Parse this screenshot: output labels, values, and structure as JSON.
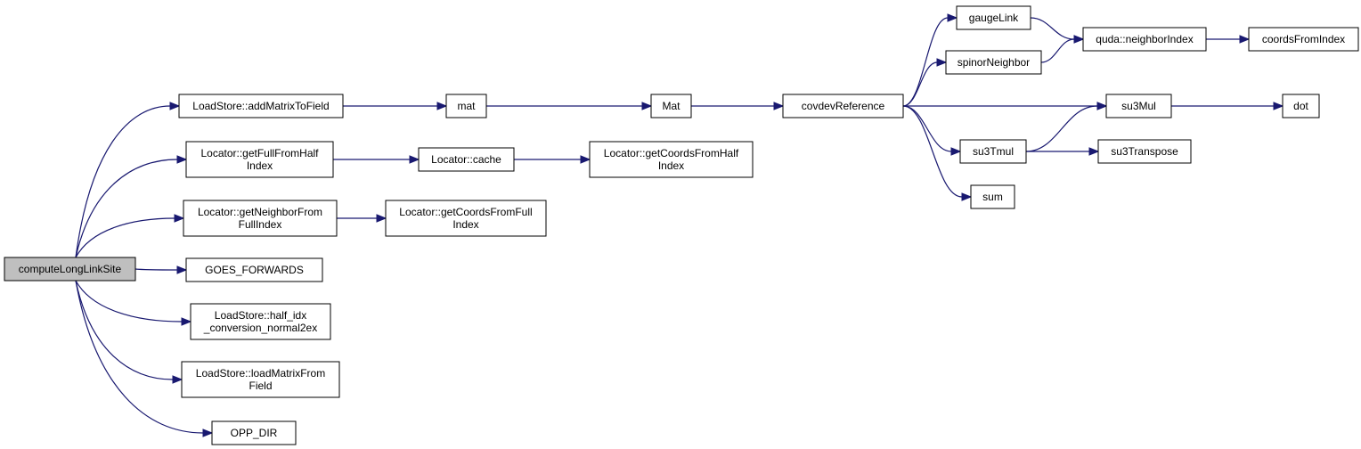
{
  "colors": {
    "edge": "#191970",
    "node_border": "#000000",
    "root_fill": "#bfbfbf",
    "node_fill": "#ffffff"
  },
  "nodes": [
    {
      "id": "computeLongLinkSite",
      "lines": [
        "computeLongLinkSite"
      ],
      "root": true
    },
    {
      "id": "addMatrixToField",
      "lines": [
        "LoadStore::addMatrixToField"
      ]
    },
    {
      "id": "getFullFromHalfIndex",
      "lines": [
        "Locator::getFullFromHalf",
        "Index"
      ]
    },
    {
      "id": "getNeighborFromFullIndex",
      "lines": [
        "Locator::getNeighborFrom",
        "FullIndex"
      ]
    },
    {
      "id": "GOES_FORWARDS",
      "lines": [
        "GOES_FORWARDS"
      ]
    },
    {
      "id": "half_idx_conversion_normal2ex",
      "lines": [
        "LoadStore::half_idx",
        "_conversion_normal2ex"
      ]
    },
    {
      "id": "loadMatrixFromField",
      "lines": [
        "LoadStore::loadMatrixFrom",
        "Field"
      ]
    },
    {
      "id": "OPP_DIR",
      "lines": [
        "OPP_DIR"
      ]
    },
    {
      "id": "mat",
      "lines": [
        "mat"
      ]
    },
    {
      "id": "Mat",
      "lines": [
        "Mat"
      ]
    },
    {
      "id": "covdevReference",
      "lines": [
        "covdevReference"
      ]
    },
    {
      "id": "cache",
      "lines": [
        "Locator::cache"
      ]
    },
    {
      "id": "getCoordsFromHalfIndex",
      "lines": [
        "Locator::getCoordsFromHalf",
        "Index"
      ]
    },
    {
      "id": "getCoordsFromFullIndex",
      "lines": [
        "Locator::getCoordsFromFull",
        "Index"
      ]
    },
    {
      "id": "gaugeLink",
      "lines": [
        "gaugeLink"
      ]
    },
    {
      "id": "spinorNeighbor",
      "lines": [
        "spinorNeighbor"
      ]
    },
    {
      "id": "neighborIndex",
      "lines": [
        "quda::neighborIndex"
      ]
    },
    {
      "id": "coordsFromIndex",
      "lines": [
        "coordsFromIndex"
      ]
    },
    {
      "id": "su3Mul",
      "lines": [
        "su3Mul"
      ]
    },
    {
      "id": "dot",
      "lines": [
        "dot"
      ]
    },
    {
      "id": "su3Tmul",
      "lines": [
        "su3Tmul"
      ]
    },
    {
      "id": "su3Transpose",
      "lines": [
        "su3Transpose"
      ]
    },
    {
      "id": "sum",
      "lines": [
        "sum"
      ]
    }
  ],
  "edges": [
    [
      "computeLongLinkSite",
      "addMatrixToField"
    ],
    [
      "computeLongLinkSite",
      "getFullFromHalfIndex"
    ],
    [
      "computeLongLinkSite",
      "getNeighborFromFullIndex"
    ],
    [
      "computeLongLinkSite",
      "GOES_FORWARDS"
    ],
    [
      "computeLongLinkSite",
      "half_idx_conversion_normal2ex"
    ],
    [
      "computeLongLinkSite",
      "loadMatrixFromField"
    ],
    [
      "computeLongLinkSite",
      "OPP_DIR"
    ],
    [
      "addMatrixToField",
      "mat"
    ],
    [
      "mat",
      "Mat"
    ],
    [
      "Mat",
      "covdevReference"
    ],
    [
      "getFullFromHalfIndex",
      "cache"
    ],
    [
      "cache",
      "getCoordsFromHalfIndex"
    ],
    [
      "getNeighborFromFullIndex",
      "getCoordsFromFullIndex"
    ],
    [
      "covdevReference",
      "gaugeLink"
    ],
    [
      "covdevReference",
      "spinorNeighbor"
    ],
    [
      "covdevReference",
      "su3Mul"
    ],
    [
      "covdevReference",
      "su3Tmul"
    ],
    [
      "covdevReference",
      "sum"
    ],
    [
      "gaugeLink",
      "neighborIndex"
    ],
    [
      "spinorNeighbor",
      "neighborIndex"
    ],
    [
      "neighborIndex",
      "coordsFromIndex"
    ],
    [
      "su3Mul",
      "dot"
    ],
    [
      "su3Tmul",
      "su3Mul"
    ],
    [
      "su3Tmul",
      "su3Transpose"
    ]
  ]
}
